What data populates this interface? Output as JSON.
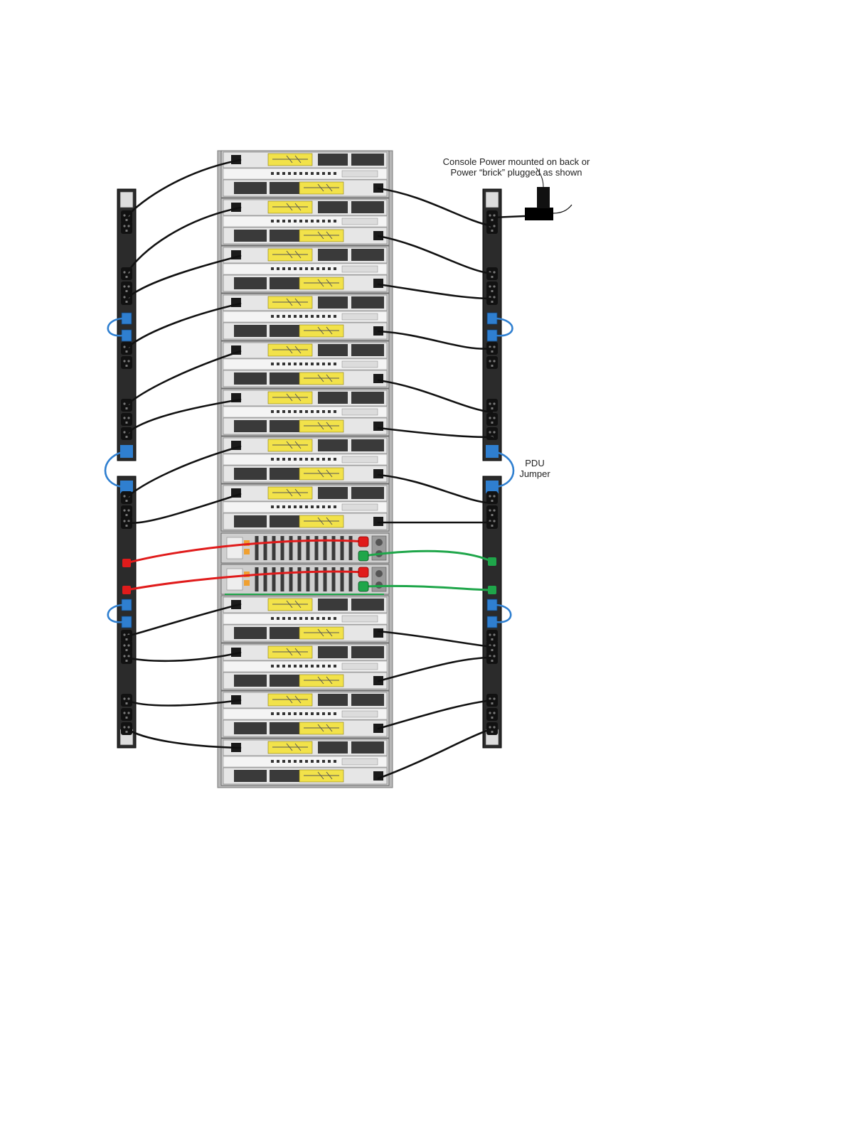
{
  "labels": {
    "console_power_line1": "Console Power mounted on back or",
    "console_power_line2": "Power “brick” plugged as shown",
    "pdu_jumper_line1": "PDU",
    "pdu_jumper_line2": "Jumper"
  },
  "icons": {
    "pdu": "pdu-strip-icon",
    "outlet": "power-outlet-icon",
    "node": "server-node-icon",
    "switch": "network-switch-icon",
    "brick": "power-brick-icon"
  },
  "colors": {
    "node_power_cable": "#111111",
    "pdu_jumper_cable": "#2f7fd0",
    "switch_cable_a": "#e01b1b",
    "switch_cable_b": "#1fa64a",
    "bezel_yellow": "#f2e24a",
    "chassis": "#d6d6d6",
    "pdu_body": "#2b2b2b"
  }
}
